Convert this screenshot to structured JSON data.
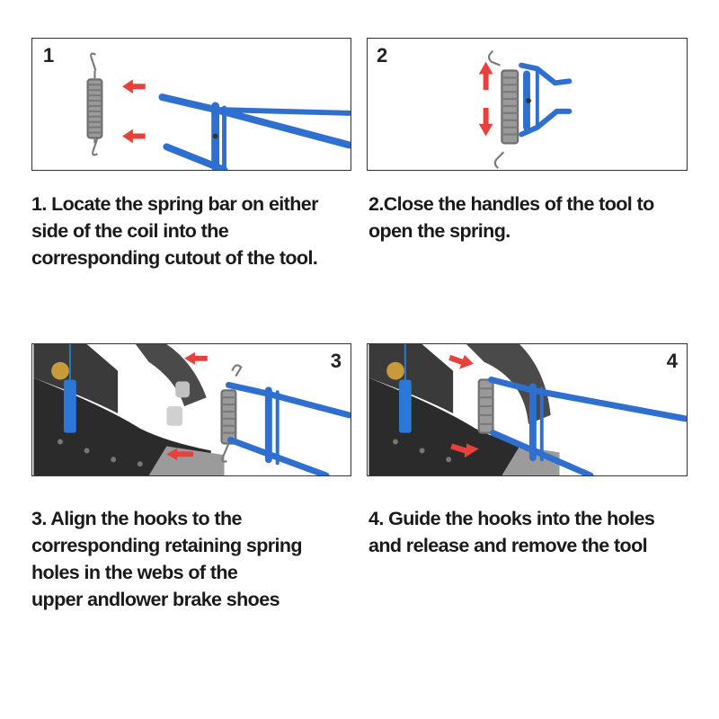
{
  "steps": [
    {
      "number": "1",
      "caption": "1. Locate the spring bar on either\nside of the coil into the\ncorresponding cutout of the tool."
    },
    {
      "number": "2",
      "caption": "2.Close the handles of the tool to\nopen the spring."
    },
    {
      "number": "3",
      "caption": "3. Align the hooks to the\ncorresponding retaining spring\n holes in the webs of the\nupper andlower brake shoes"
    },
    {
      "number": "4",
      "caption": "4. Guide the hooks into the holes\nand release and remove the tool"
    }
  ],
  "colors": {
    "tool_blue": "#2f6fd0",
    "arrow_red": "#e8403a",
    "spring_gray": "#8c8c8c",
    "shoe_dark": "#2b2b2b",
    "spring_blue": "#2a78d8"
  },
  "icons": [
    "spring-icon",
    "spring-tool-icon",
    "red-arrow-icon",
    "brake-shoe-icon"
  ]
}
